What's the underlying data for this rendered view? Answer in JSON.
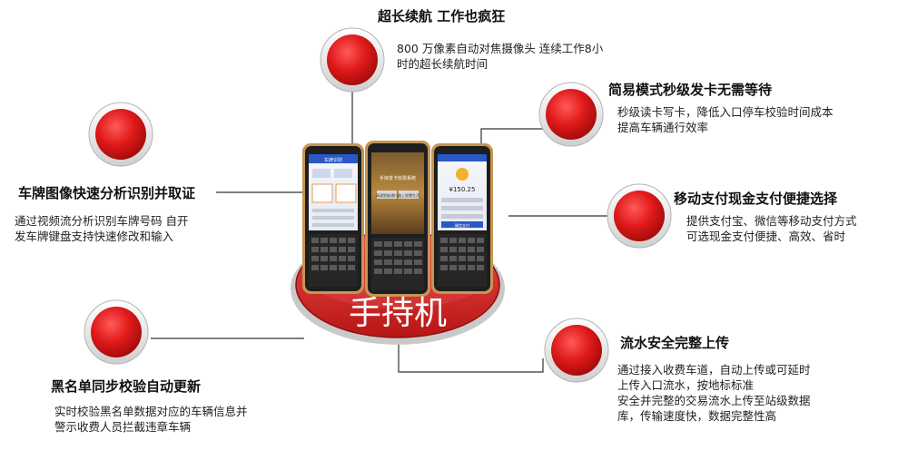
{
  "center": {
    "label": "手持机"
  },
  "features": [
    {
      "title": "超长续航 工作也疯狂",
      "desc": "800 万像素自动对焦摄像头  连续工作8小\n时的超长续航时间"
    },
    {
      "title": "简易模式秒级发卡无需等待",
      "desc": "秒级读卡写卡，降低入口停车校验时间成本\n提高车辆通行效率"
    },
    {
      "title": "车牌图像快速分析识别并取证",
      "desc": "通过视频流分析识别车牌号码 自开\n发车牌键盘支持快速修改和输入"
    },
    {
      "title": "移动支付现金支付便捷选择",
      "desc": "提供支付宝、微信等移动支付方式\n可选现金支付便捷、高效、省时"
    },
    {
      "title": "流水安全完整上传",
      "desc": "通过接入收费车道，自动上传或可延时\n上传入口流水，按地标标准\n安全并完整的交易流水上传至站级数据\n库，传输速度快，数据完整性高"
    },
    {
      "title": "黑名单同步校验自动更新",
      "desc": "实时校验黑名单数据对应的车辆信息并\n警示收费人员拦截违章车辆"
    }
  ],
  "phone_screens": {
    "left_header": "车牌识别",
    "middle_title": "手持发卡收费系统",
    "middle_buttons": [
      "高速智能通行",
      "路上智慧生活"
    ],
    "right_amount": "¥150.25",
    "right_button": "确定支付"
  },
  "colors": {
    "button_red": "#d81e1e",
    "platform_red": "#d42a2a",
    "phone_gold": "#b58a4a",
    "line": "#333333"
  }
}
